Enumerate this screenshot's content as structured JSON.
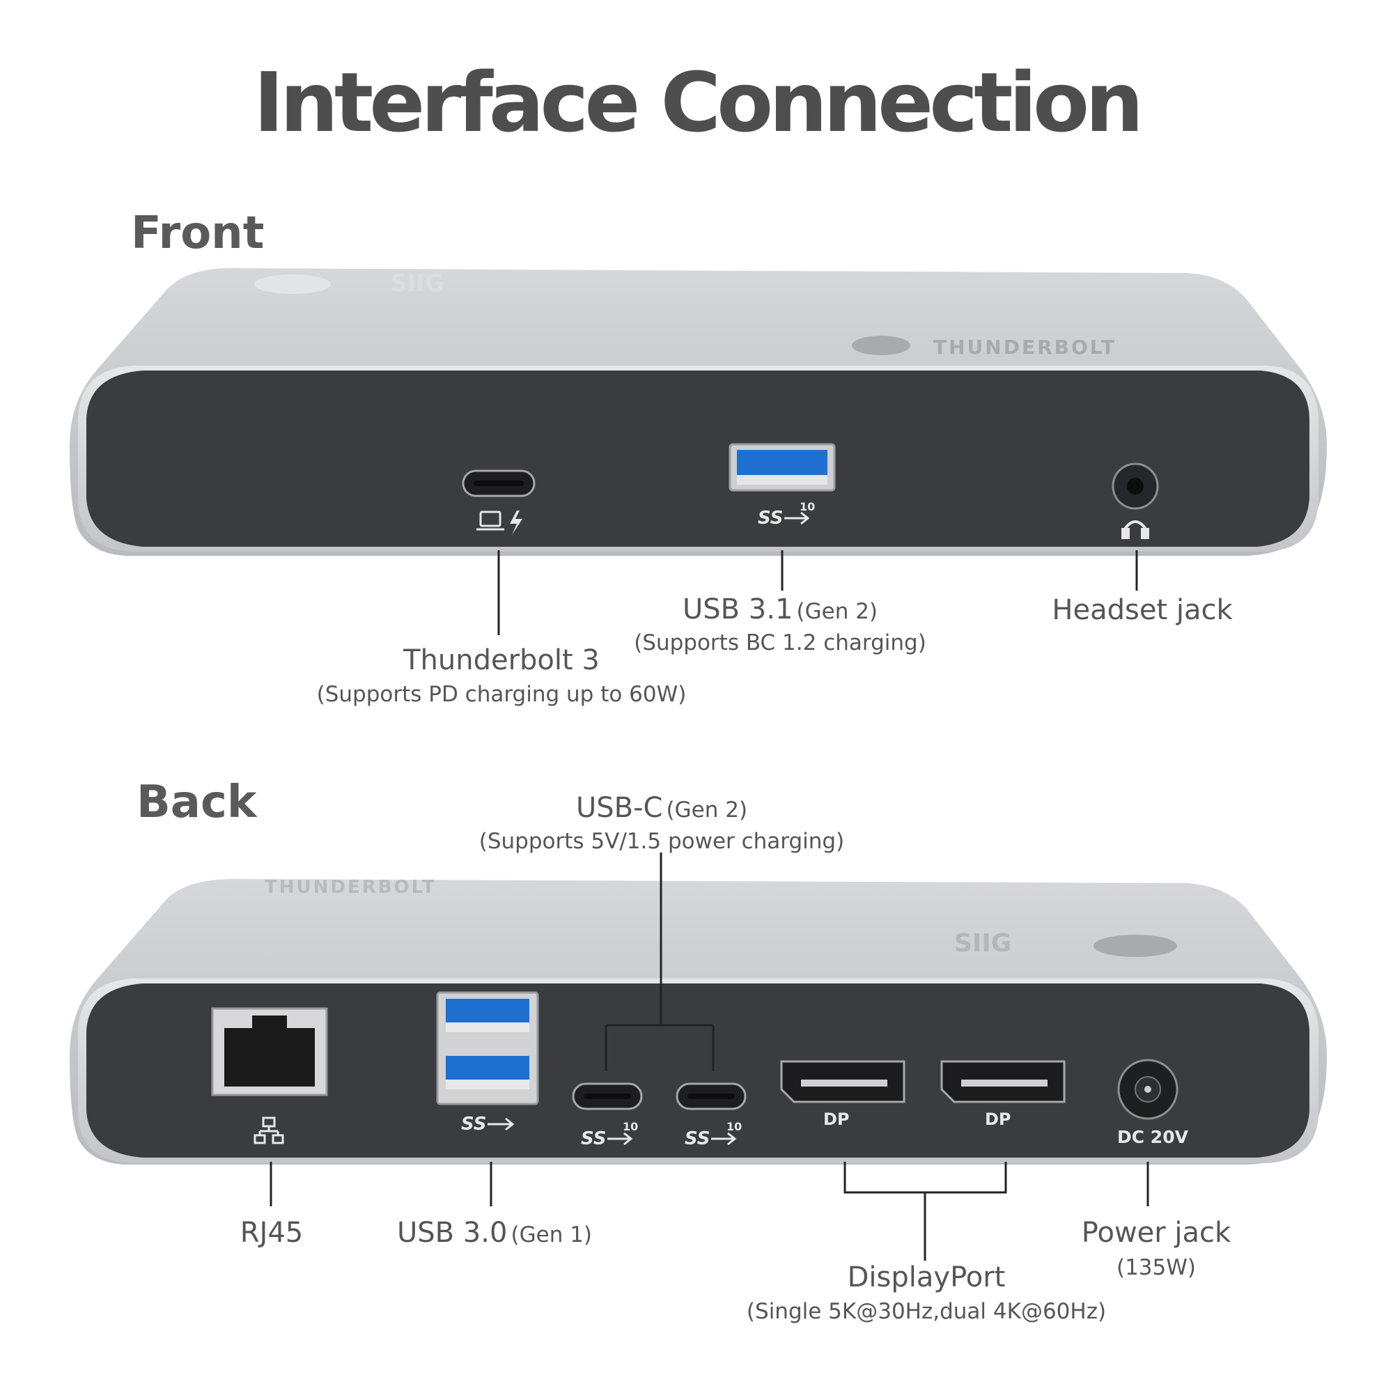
{
  "title": "Interface Connection",
  "sections": {
    "front": "Front",
    "back": "Back"
  },
  "device_marks": {
    "brand_top": "SIIG",
    "thunderbolt": "THUNDERBOLT",
    "dp": "DP",
    "dc": "DC 20V",
    "ss10": "10"
  },
  "labels": {
    "thunderbolt": {
      "main": "Thunderbolt 3",
      "sub": "(Supports PD charging up to 60W)"
    },
    "usb31": {
      "main": "USB 3.1",
      "gen": "(Gen 2)",
      "sub": "(Supports BC 1.2 charging)"
    },
    "headset": {
      "main": "Headset jack"
    },
    "usbc": {
      "main": "USB-C",
      "gen": "(Gen 2)",
      "sub": "(Supports 5V/1.5 power charging)"
    },
    "rj45": {
      "main": "RJ45"
    },
    "usb30": {
      "main": "USB 3.0",
      "gen": "(Gen 1)"
    },
    "displayport": {
      "main": "DisplayPort",
      "sub": "(Single 5K@30Hz,dual 4K@60Hz)"
    },
    "power": {
      "main": "Power jack",
      "sub": "(135W)"
    }
  },
  "colors": {
    "silver": "#c9cacd",
    "face": "#3c3d40",
    "usb_blue": "#1f6fd0",
    "text": "#555555"
  },
  "icons": [
    "laptop-icon",
    "lightning-icon",
    "superspeed-usb-icon",
    "headphones-icon",
    "network-icon"
  ]
}
